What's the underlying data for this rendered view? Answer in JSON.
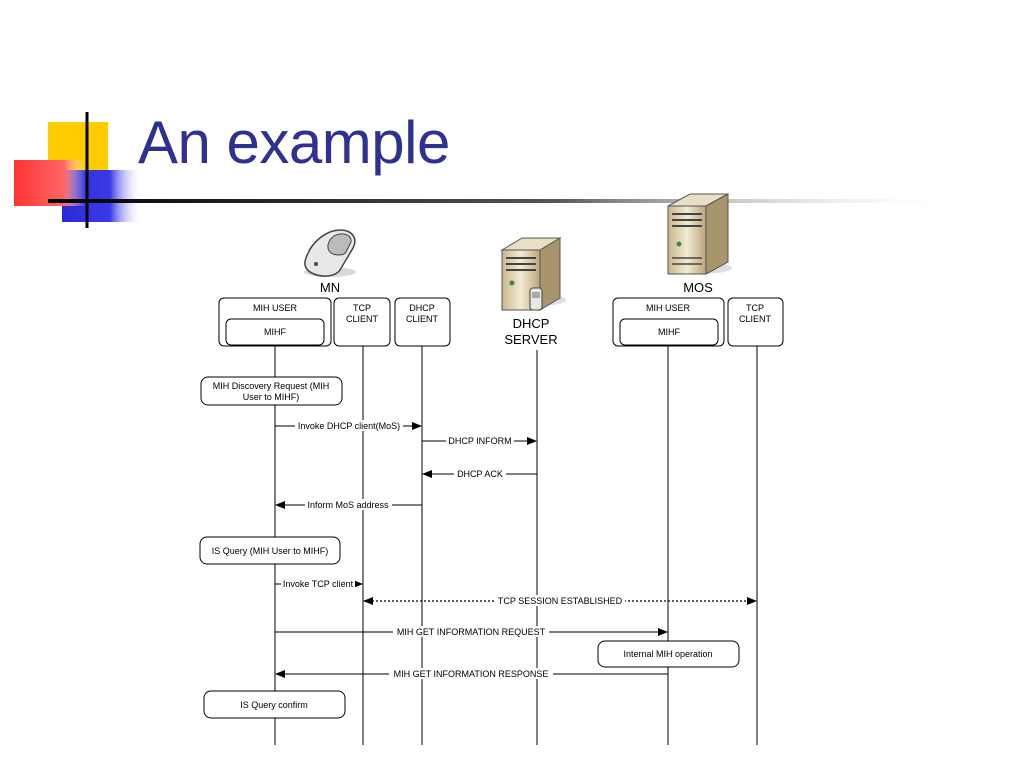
{
  "slide": {
    "title": "An example"
  },
  "entities": {
    "mn": "MN",
    "mos": "MOS",
    "dhcp_server": [
      "DHCP",
      "SERVER"
    ]
  },
  "boxes": {
    "mn_mih_user": "MIH USER",
    "mn_mihf": "MIHF",
    "mn_tcp_client": [
      "TCP",
      "CLIENT"
    ],
    "mn_dhcp_client": [
      "DHCP",
      "CLIENT"
    ],
    "mos_mih_user": "MIH USER",
    "mos_mihf": "MIHF",
    "mos_tcp_client": [
      "TCP",
      "CLIENT"
    ]
  },
  "notes": {
    "mih_discovery": [
      "MIH Discovery Request (MIH",
      "User to MIHF)"
    ],
    "is_query": "IS Query (MIH User to MIHF)",
    "internal_mih": "Internal MIH operation",
    "is_query_confirm": "IS Query confirm"
  },
  "messages": {
    "invoke_dhcp": "Invoke DHCP client(MoS)",
    "dhcp_inform": "DHCP INFORM",
    "dhcp_ack": "DHCP ACK",
    "inform_mos": "Inform MoS address",
    "invoke_tcp": "Invoke TCP client",
    "tcp_session": "TCP SESSION ESTABLISHED",
    "get_info_request": "MIH GET INFORMATION REQUEST",
    "get_info_response": "MIH GET INFORMATION RESPONSE"
  },
  "colors": {
    "title": "#2e3092",
    "deco_yellow": "#ffcc00",
    "deco_blue": "#2a2ad8",
    "deco_red": "#ff3333",
    "line": "#000000"
  }
}
